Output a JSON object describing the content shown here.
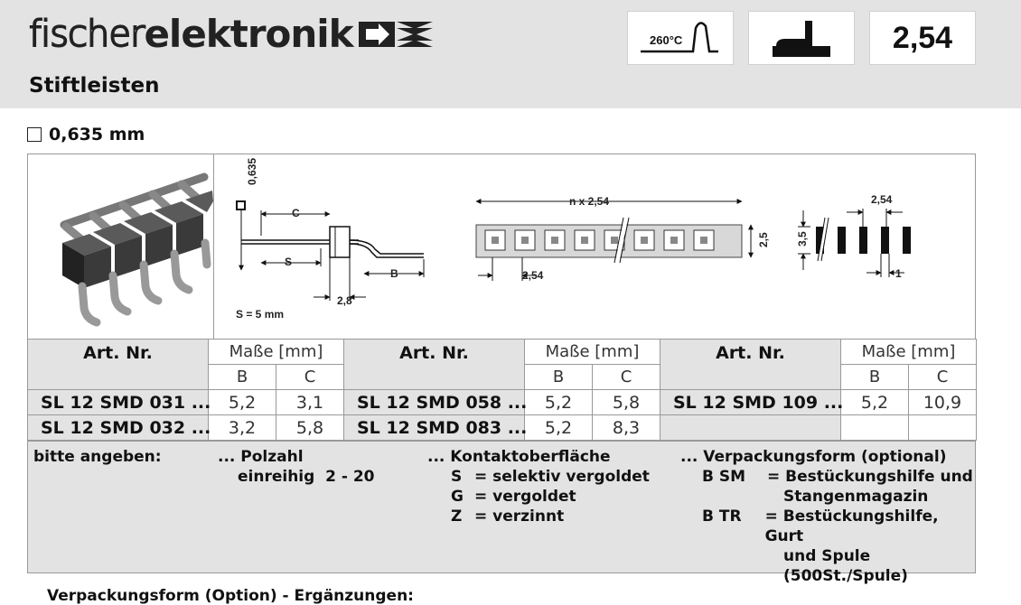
{
  "header": {
    "brand_outline": "fischer",
    "brand_bold": "elektronik",
    "temp_label": "260°C",
    "pitch": "2,54",
    "title": "Stiftleisten",
    "pin_size": "0,635 mm"
  },
  "drawing": {
    "side": {
      "dim_pin": "0,635",
      "dim_c": "C",
      "dim_s": "S",
      "dim_b": "B",
      "dim_28": "2,8",
      "note": "S = 5 mm"
    },
    "top": {
      "dim_nx": "n x 2,54",
      "dim_25": "2,5",
      "dim_254": "2,54"
    },
    "end": {
      "dim_254": "2,54",
      "dim_35": "3,5",
      "dim_1": "1"
    }
  },
  "table": {
    "art_header": "Art. Nr.",
    "dim_header": "Maße [mm]",
    "col_b": "B",
    "col_c": "C",
    "rows": [
      [
        {
          "art": "SL 12 SMD 031 ...",
          "b": "5,2",
          "c": "3,1"
        },
        {
          "art": "SL 12 SMD 058 ...",
          "b": "5,2",
          "c": "5,8"
        },
        {
          "art": "SL 12 SMD 109 ...",
          "b": "5,2",
          "c": "10,9"
        }
      ],
      [
        {
          "art": "SL 12 SMD 032 ...",
          "b": "3,2",
          "c": "5,8"
        },
        {
          "art": "SL 12 SMD 083 ...",
          "b": "5,2",
          "c": "8,3"
        },
        {
          "art": "",
          "b": "",
          "c": ""
        }
      ]
    ]
  },
  "ordering": {
    "label": "bitte angeben:",
    "polzahl_title": "... Polzahl",
    "polzahl_value": "einreihig  2 - 20",
    "kontakt_title": "... Kontaktoberfläche",
    "kontakt_options": [
      {
        "code": "S",
        "text": "= selektiv vergoldet"
      },
      {
        "code": "G",
        "text": "= vergoldet"
      },
      {
        "code": "Z",
        "text": "= verzinnt"
      }
    ],
    "verpackung_title": "... Verpackungsform (optional)",
    "verpackung_options": [
      {
        "code": "B SM",
        "text": "= Bestückungshilfe und",
        "cont": [
          "Stangenmagazin"
        ]
      },
      {
        "code": "B TR",
        "text": "= Bestückungshilfe, Gurt",
        "cont": [
          "und Spule",
          "(500St./Spule)"
        ]
      }
    ]
  },
  "footer_partial": "Verpackungsform (Option) - Ergänzungen:"
}
